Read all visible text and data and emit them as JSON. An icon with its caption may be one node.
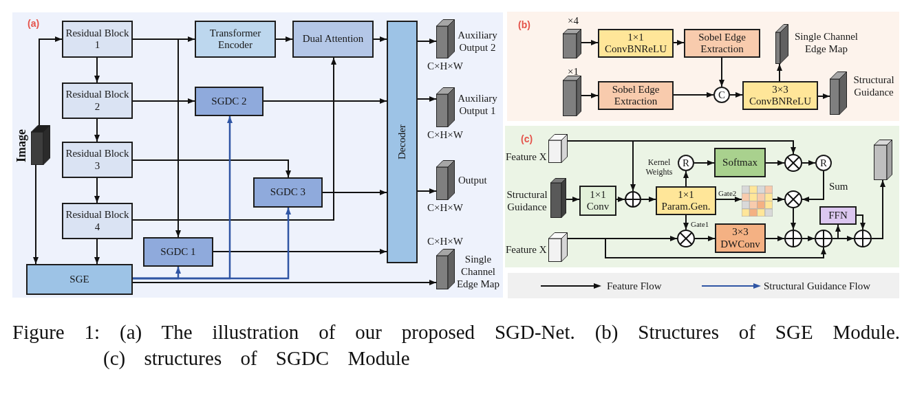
{
  "diagram": {
    "caption": "Figure 1: (a) The illustration of our proposed SGD-Net. (b) Structures of SGE Module. (c) structures of SGDC Module",
    "nodes": [
      {
        "text": [
          "(a)"
        ]
      },
      {
        "text": [],
        "shape": "cube",
        "beside": [
          "Image"
        ],
        "in": 0
      },
      {
        "text": [
          "Residual Block 1"
        ],
        "in": 0
      },
      {
        "text": [
          "Residual Block 2"
        ],
        "in": 0
      },
      {
        "text": [
          "Residual Block 3"
        ],
        "in": 0
      },
      {
        "text": [
          "Residual Block 4"
        ],
        "in": 0
      },
      {
        "text": [
          "SGE"
        ],
        "in": 0
      },
      {
        "text": [
          "Transformer Encoder"
        ],
        "in": 0
      },
      {
        "text": [
          "SGDC 2"
        ],
        "in": 0
      },
      {
        "text": [
          "SGDC 3"
        ],
        "in": 0
      },
      {
        "text": [
          "SGDC 1"
        ],
        "in": 0
      },
      {
        "text": [
          "Dual Attention"
        ],
        "in": 0
      },
      {
        "text": [
          "Decoder"
        ],
        "in": 0
      },
      {
        "text": [],
        "shape": "cube",
        "beside": [
          "Auxiliary Output 2",
          "C×H×W"
        ],
        "in": 0
      },
      {
        "text": [],
        "shape": "cube",
        "beside": [
          "Auxiliary Output 1",
          "C×H×W"
        ],
        "in": 0
      },
      {
        "text": [],
        "shape": "cube",
        "beside": [
          "Output",
          "C×H×W"
        ],
        "in": 0
      },
      {
        "text": [],
        "shape": "cube",
        "beside": [
          "C×H×W",
          "Single Channel Edge Map"
        ],
        "in": 0
      },
      {
        "text": [
          "(b)"
        ]
      },
      {
        "text": [],
        "shape": "cube",
        "beside": [
          "×4"
        ],
        "in": 17
      },
      {
        "text": [
          "1×1 ConvBNReLU"
        ],
        "in": 17
      },
      {
        "text": [
          "Sobel Edge Extraction"
        ],
        "in": 17
      },
      {
        "text": [],
        "shape": "cube",
        "beside": [
          "Single Channel Edge Map"
        ],
        "in": 17
      },
      {
        "text": [],
        "shape": "cube",
        "beside": [
          "×1"
        ],
        "in": 17
      },
      {
        "text": [
          "Sobel Edge Extraction"
        ],
        "in": 17
      },
      {
        "text": [
          "C"
        ],
        "in": 17
      },
      {
        "text": [
          "3×3 ConvBNReLU"
        ],
        "in": 17
      },
      {
        "text": [],
        "shape": "cube",
        "beside": [
          "Structural Guidance"
        ],
        "in": 17
      },
      {
        "text": [
          "(c)"
        ]
      },
      {
        "text": [],
        "shape": "cube",
        "beside": [
          "Feature X"
        ],
        "in": 27
      },
      {
        "text": [
          "R"
        ],
        "in": 27
      },
      {
        "text": [
          "Softmax"
        ],
        "in": 27
      },
      {
        "text": [],
        "shape": "cross",
        "in": 27
      },
      {
        "text": [
          "R"
        ],
        "in": 27
      },
      {
        "text": [],
        "shape": "cube",
        "in": 27
      },
      {
        "text": [],
        "shape": "cube",
        "beside": [
          "Structural Guidance"
        ],
        "in": 27
      },
      {
        "text": [
          "1×1 Conv"
        ],
        "in": 27
      },
      {
        "text": [],
        "shape": "plus",
        "in": 27
      },
      {
        "text": [
          "1×1 Param.Gen."
        ],
        "in": 27
      },
      {
        "text": [],
        "shape": "grid",
        "in": 27
      },
      {
        "text": [],
        "shape": "cross",
        "in": 27
      },
      {
        "text": [
          "FFN"
        ],
        "in": 27
      },
      {
        "text": [],
        "shape": "cube",
        "beside": [
          "Feature X"
        ],
        "in": 27
      },
      {
        "text": [],
        "shape": "cross",
        "in": 27
      },
      {
        "text": [
          "3×3 DWConv"
        ],
        "in": 27
      },
      {
        "text": [],
        "shape": "plus",
        "in": 27
      },
      {
        "text": [],
        "shape": "plus",
        "in": 27
      },
      {
        "text": [],
        "shape": "plus",
        "in": 27
      }
    ],
    "edges": [
      {
        "from": 1,
        "to": 2,
        "arrow": "to"
      },
      {
        "from": 1,
        "to": 6,
        "arrow": "to"
      },
      {
        "from": 2,
        "to": 3,
        "arrow": "to"
      },
      {
        "from": 3,
        "to": 4,
        "arrow": "to"
      },
      {
        "from": 4,
        "to": 5,
        "arrow": "to"
      },
      {
        "from": 5,
        "to": 6,
        "arrow": "to"
      },
      {
        "from": 2,
        "to": 7,
        "arrow": "to"
      },
      {
        "from": 2,
        "to": 10,
        "arrow": "to"
      },
      {
        "from": 7,
        "to": 11,
        "arrow": "to"
      },
      {
        "from": 11,
        "to": 12,
        "arrow": "to"
      },
      {
        "from": 3,
        "to": 8,
        "arrow": "to"
      },
      {
        "from": 8,
        "to": 12,
        "arrow": "to"
      },
      {
        "from": 4,
        "to": 9,
        "arrow": "to"
      },
      {
        "from": 9,
        "to": 12,
        "arrow": "to"
      },
      {
        "from": 5,
        "to": 11,
        "arrow": "to"
      },
      {
        "from": 10,
        "to": 12,
        "arrow": "to"
      },
      {
        "from": 6,
        "to": 16,
        "arrow": "to"
      },
      {
        "from": 6,
        "to": 10,
        "arrow": "to",
        "color": "#2f55a4"
      },
      {
        "from": 6,
        "to": 8,
        "arrow": "to",
        "color": "#2f55a4"
      },
      {
        "from": 6,
        "to": 9,
        "arrow": "to",
        "color": "#2f55a4"
      },
      {
        "from": 12,
        "to": 13,
        "arrow": "to"
      },
      {
        "from": 12,
        "to": 14,
        "arrow": "to"
      },
      {
        "from": 12,
        "to": 15,
        "arrow": "to"
      },
      {
        "from": 18,
        "to": 19,
        "arrow": "to"
      },
      {
        "from": 19,
        "to": 20,
        "arrow": "to"
      },
      {
        "from": 20,
        "to": 24,
        "arrow": "to"
      },
      {
        "from": 22,
        "to": 23,
        "arrow": "to"
      },
      {
        "from": 23,
        "to": 24,
        "arrow": "to"
      },
      {
        "from": 24,
        "to": 25,
        "arrow": "to"
      },
      {
        "from": 25,
        "to": 21,
        "arrow": "to"
      },
      {
        "from": 25,
        "to": 26,
        "arrow": "to"
      },
      {
        "from": 28,
        "to": 36,
        "arrow": "to"
      },
      {
        "from": 28,
        "to": 31,
        "arrow": "to"
      },
      {
        "from": 34,
        "to": 35,
        "arrow": "to"
      },
      {
        "from": 35,
        "to": 36,
        "arrow": "to"
      },
      {
        "from": 36,
        "to": 37,
        "arrow": "to"
      },
      {
        "from": 37,
        "to": 29,
        "arrow": "to",
        "label": "Kernel Weights"
      },
      {
        "from": 29,
        "to": 30,
        "arrow": "to"
      },
      {
        "from": 30,
        "to": 31,
        "arrow": "to"
      },
      {
        "from": 31,
        "to": 32,
        "arrow": "to"
      },
      {
        "from": 32,
        "to": 39,
        "arrow": "to",
        "label": "Sum"
      },
      {
        "from": 37,
        "to": 38,
        "arrow": "to",
        "label": "Gate2"
      },
      {
        "from": 38,
        "to": 39,
        "arrow": "to"
      },
      {
        "from": 37,
        "to": 42,
        "arrow": "to",
        "label": "Gate1"
      },
      {
        "from": 41,
        "to": 42,
        "arrow": "to"
      },
      {
        "from": 41,
        "to": 45,
        "arrow": "to"
      },
      {
        "from": 42,
        "to": 43,
        "arrow": "to"
      },
      {
        "from": 43,
        "to": 44,
        "arrow": "to"
      },
      {
        "from": 39,
        "to": 44,
        "arrow": "to"
      },
      {
        "from": 44,
        "to": 45,
        "arrow": "to"
      },
      {
        "from": 45,
        "to": 40,
        "arrow": "to"
      },
      {
        "from": 45,
        "to": 46,
        "arrow": "to"
      },
      {
        "from": 40,
        "to": 46,
        "arrow": "to"
      },
      {
        "from": 46,
        "to": 33,
        "arrow": "to"
      }
    ],
    "legend": [
      {
        "text": "Feature Flow"
      },
      {
        "text": "Structural Guidance Flow"
      }
    ]
  }
}
